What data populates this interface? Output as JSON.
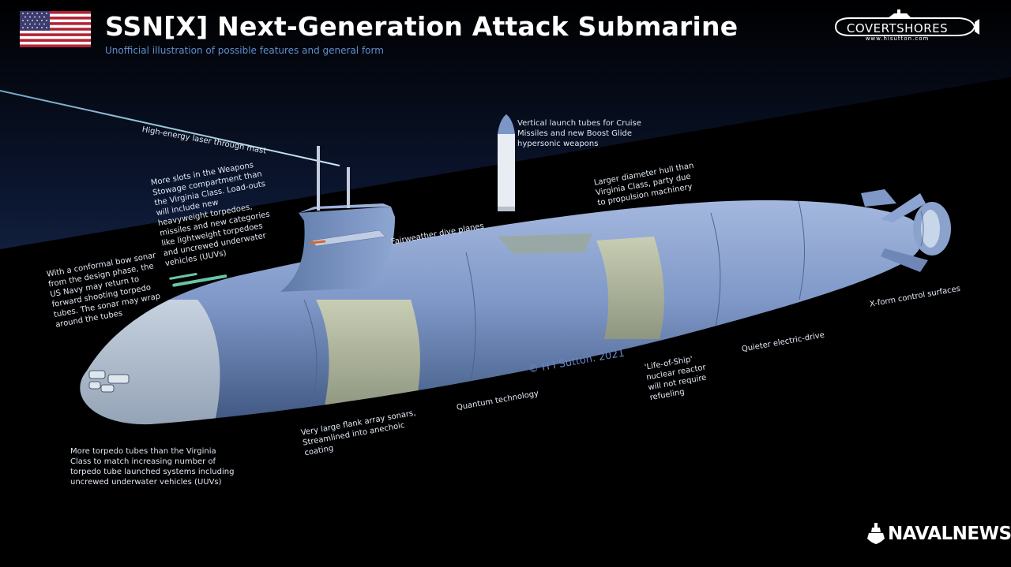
{
  "header": {
    "title": "SSN[X] Next-Generation Attack Submarine",
    "subtitle": "Unofficial illustration of possible features and general form"
  },
  "logos": {
    "covertshores": "COVERTSHORES",
    "covertshores_url": "www.hisutton.com",
    "navalnews": "NAVALNEWS"
  },
  "copyright": "© H I Sutton. 2021",
  "annotations": {
    "laser": [
      "High-energy laser through mast"
    ],
    "vls": [
      "Vertical launch tubes for Cruise",
      "Missiles and new Boost Glide",
      "hypersonic weapons"
    ],
    "weapons_stowage": [
      "More slots in the Weapons",
      "Stowage compartment than",
      "the Virginia Class. Load-outs",
      "will include new",
      "heavyweight torpedoes,",
      "missiles and new categories",
      "like lightweight torpedoes",
      "and uncrewed underwater",
      "vehicles (UUVs)"
    ],
    "larger_hull": [
      "Larger diameter hull than",
      "Virginia Class, party due",
      "to propulsion machinery"
    ],
    "dive_planes": [
      "Fairweather dive planes"
    ],
    "bow_sonar": [
      "With a conformal bow sonar",
      "from the design phase, the",
      "US Navy may return to",
      "forward shooting torpedo",
      "tubes. The sonar may wrap",
      "around the tubes"
    ],
    "x_form": [
      "X-form control surfaces"
    ],
    "electric_drive": [
      "Quieter electric-drive"
    ],
    "reactor": [
      "'Life-of-Ship'",
      "nuclear reactor",
      "will not require",
      "refueling"
    ],
    "quantum": [
      "Quantum technology"
    ],
    "flank_sonar": [
      "Very large flank array sonars,",
      "Streamlined into anechoic",
      "coating"
    ],
    "torpedo_tubes": [
      "More torpedo tubes than the Virginia",
      "Class to match increasing number of",
      "torpedo tube launched systems including",
      "uncrewed underwater vehicles (UUVs)"
    ]
  },
  "colors": {
    "hull": "#7f98c8",
    "hull_panel": "#b4bc9e",
    "sky_top": "#000000",
    "sky_bottom": "#3c5a8c",
    "laser": "#7ab8d8",
    "annotation_text": "#dfe7f2",
    "subtitle_text": "#5f8fcf"
  }
}
